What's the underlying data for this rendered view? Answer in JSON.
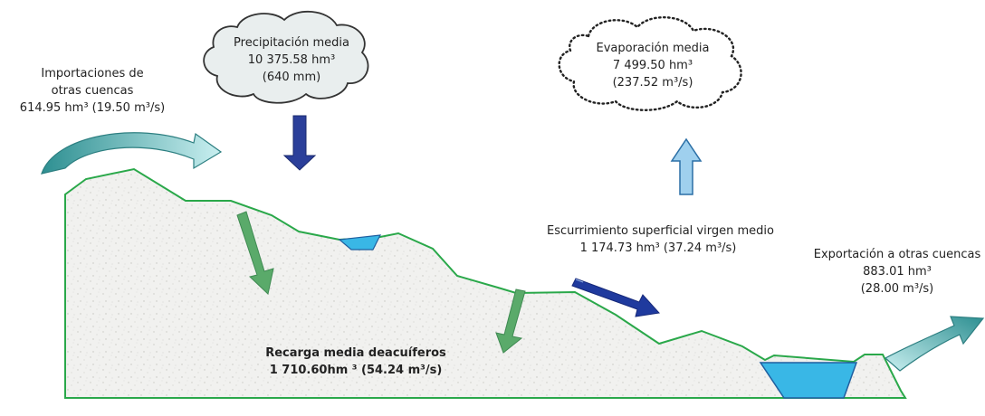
{
  "precipitacion": {
    "line1": "Precipitación media",
    "line2": "10 375.58 hm³",
    "line3": "(640 mm)"
  },
  "evaporacion": {
    "line1": "Evaporación media",
    "line2": "7 499.50 hm³",
    "line3": "(237.52 m³/s)"
  },
  "importaciones": {
    "line1": "Importaciones de",
    "line2": "otras cuencas",
    "line3": "614.95 hm³ (19.50 m³/s)"
  },
  "escurrimiento": {
    "line1": "Escurrimiento superficial virgen medio",
    "line2": "1 174.73 hm³ (37.24 m³/s)"
  },
  "exportacion": {
    "line1": "Exportación a otras cuencas",
    "line2": "883.01 hm³",
    "line3": "(28.00 m³/s)"
  },
  "recarga": {
    "line1": "Recarga media deacuíferos",
    "line2": "1 710.60hm ³ (54.24 m³/s)"
  },
  "colors": {
    "terrain_outline": "#2aa84a",
    "recharge_arrow": "#5aaa6a",
    "precip_arrow": "#2b3f9a",
    "runoff_arrow": "#1f3a9e",
    "evap_arrow": "#9fd0ee",
    "water": "#39b7e6",
    "import_export_arrow": "#3f9ea0"
  }
}
